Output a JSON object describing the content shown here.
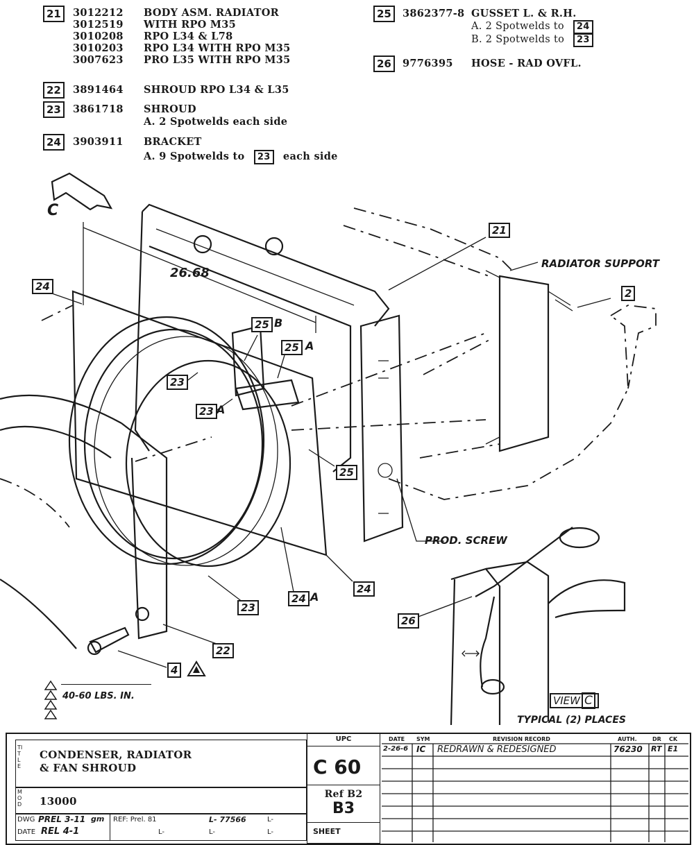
{
  "parts_list": {
    "left": [
      {
        "num": "21",
        "rows": [
          {
            "pn": "3012212",
            "desc": "BODY ASM. RADIATOR"
          },
          {
            "pn": "3012519",
            "desc": "WITH RPO M35"
          },
          {
            "pn": "3010208",
            "desc": "RPO L34 & L78"
          },
          {
            "pn": "3010203",
            "desc": "RPO L34 WITH RPO M35"
          },
          {
            "pn": "3007623",
            "desc": "PRO L35 WITH RPO M35"
          }
        ]
      },
      {
        "num": "22",
        "rows": [
          {
            "pn": "3891464",
            "desc": "SHROUD RPO L34 & L35"
          }
        ]
      },
      {
        "num": "23",
        "rows": [
          {
            "pn": "3861718",
            "desc": "SHROUD"
          }
        ],
        "note": "A.  2 Spotwelds each side"
      },
      {
        "num": "24",
        "rows": [
          {
            "pn": "3903911",
            "desc": "BRACKET"
          }
        ],
        "note_pre": "A.  9 Spotwelds to",
        "note_ref": "23",
        "note_post": "each side"
      }
    ],
    "right": [
      {
        "num": "25",
        "pn": "3862377-8",
        "desc": "GUSSET L. & R.H.",
        "notes": [
          {
            "text": "A.  2 Spotwelds to",
            "ref": "24"
          },
          {
            "text": "B.  2 Spotwelds to",
            "ref": "23"
          }
        ]
      },
      {
        "num": "26",
        "pn": "9776395",
        "desc": "HOSE - RAD OVFL."
      }
    ]
  },
  "diagram": {
    "view_arrow_label": "C",
    "dimension": "26.68",
    "radiator_support_label": "RADIATOR SUPPORT",
    "prod_screw_label": "PROD. SCREW",
    "callouts": {
      "c21": "21",
      "c2": "2",
      "c24_top": "24",
      "c25b": "25",
      "c25b_suffix": "B",
      "c25a": "25",
      "c25a_suffix": "A",
      "c23": "23",
      "c23a": "23",
      "c23a_suffix": "A",
      "c25": "25",
      "c24": "24",
      "c24a": "24",
      "c24a_suffix": "A",
      "c23_bot": "23",
      "c22": "22",
      "c4": "4",
      "c26": "26"
    },
    "view_label": "VIEW",
    "view_letter": "C",
    "view_note": "TYPICAL (2) PLACES",
    "torque_note": "40-60 LBS. IN."
  },
  "title_block": {
    "upc_header": "UPC",
    "upc_value": "C 60",
    "ref": "Ref B2",
    "ref_value": "B3",
    "sheet": "SHEET",
    "title_side": "TITLE",
    "title_line1": "CONDENSER, RADIATOR",
    "title_line2": "& FAN SHROUD",
    "model_side": "MOD",
    "model": "13000",
    "dwg_prefix": "DWG",
    "dwg_value": "PREL 3-11",
    "dwg_initial": "gm",
    "date_prefix": "DATE",
    "date_value": "REL 4-1",
    "ref_prel": "REF: Prel. 81",
    "l_left": "L-",
    "l_num": "L- 77566",
    "l_right": "L-",
    "rev_headers": {
      "date": "DATE",
      "sym": "SYM",
      "record": "REVISION RECORD",
      "auth": "AUTH.",
      "dr": "DR",
      "ck": "CK"
    },
    "rev_row": {
      "date": "2-26-6",
      "sym": "IC",
      "record": "REDRAWN & REDESIGNED",
      "auth": "76230",
      "dr": "RT",
      "ck": "E1"
    }
  }
}
